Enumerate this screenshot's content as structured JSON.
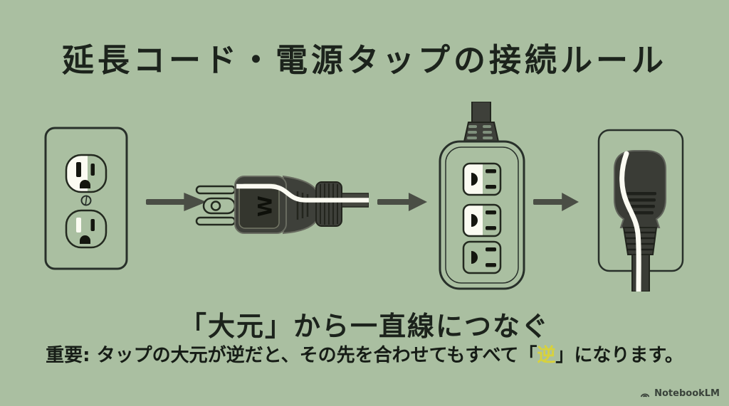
{
  "colors": {
    "background": "#aabfa1",
    "ink": "#1c231c",
    "illustration_dark": "#3e403a",
    "illustration_outline": "#28302a",
    "neutral_white_highlight": "#fbfbf2",
    "arrow_gray": "#4a4e45",
    "highlight_yellow": "#d8d23b"
  },
  "title": "延長コード・電源タップの接続ルール",
  "diagram": {
    "steps": [
      "wall-outlet",
      "plug-with-cord",
      "power-strip",
      "plug-into-wall"
    ],
    "plug_marking": "W",
    "arrow_count": 3
  },
  "subtitle": "「大元」から一直線につなぐ",
  "note": {
    "prefix": "重要: タップの大元が逆だと、その先を合わせてもすべて「",
    "highlight": "逆",
    "suffix": "」になります。"
  },
  "watermark": {
    "brand": "NotebookLM"
  }
}
